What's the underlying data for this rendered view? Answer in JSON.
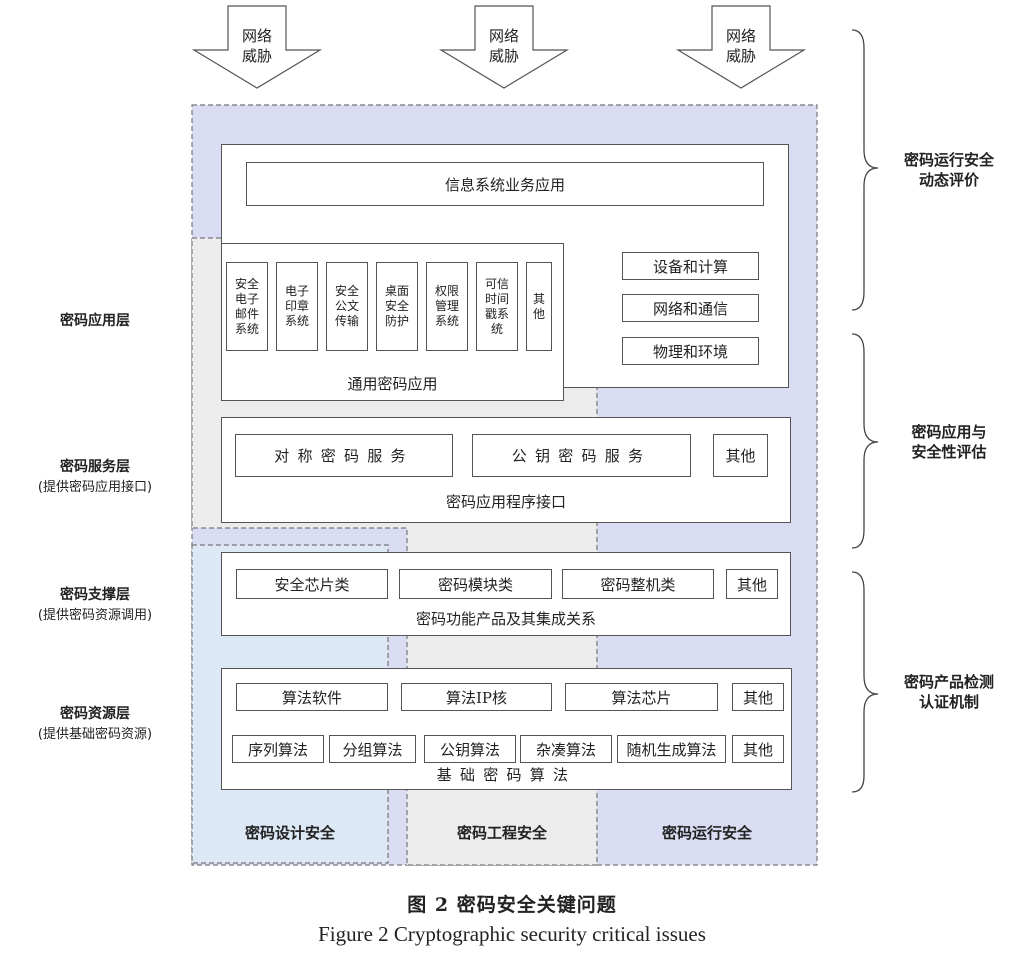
{
  "threats": [
    {
      "text": "网络\n威胁"
    },
    {
      "text": "网络\n威胁"
    },
    {
      "text": "网络\n威胁"
    }
  ],
  "colors": {
    "operation_bg": "#d9dcf3",
    "design_bg": "#dce8f5",
    "engineering_bg": "#ececec",
    "border": "#555555",
    "dash": "#777777"
  },
  "layers": {
    "application": {
      "title": "密码应用层"
    },
    "service": {
      "title": "密码服务层",
      "sub": "(提供密码应用接口)"
    },
    "support": {
      "title": "密码支撑层",
      "sub": "(提供密码资源调用)"
    },
    "resource": {
      "title": "密码资源层",
      "sub": "(提供基础密码资源)"
    }
  },
  "right": {
    "dynamic_eval": "密码运行安全\n动态评价",
    "app_eval": "密码应用与\n安全性评估",
    "product_cert": "密码产品检测\n认证机制"
  },
  "app": {
    "business": "信息系统业务应用",
    "general_apps": [
      "安全\n电子\n邮件\n系统",
      "电子\n印章\n系统",
      "安全\n公文\n传输",
      "桌面\n安全\n防护",
      "权限\n管理\n系统",
      "可信\n时间\n戳系\n统",
      "其\n他"
    ],
    "general_label": "通用密码应用",
    "infra": [
      "设备和计算",
      "网络和通信",
      "物理和环境"
    ]
  },
  "service": {
    "items": [
      "对称密码服务",
      "公钥密码服务",
      "其他"
    ],
    "label": "密码应用程序接口"
  },
  "support": {
    "items": [
      "安全芯片类",
      "密码模块类",
      "密码整机类",
      "其他"
    ],
    "label": "密码功能产品及其集成关系"
  },
  "resource": {
    "top": [
      "算法软件",
      "算法IP核",
      "算法芯片",
      "其他"
    ],
    "bottom": [
      "序列算法",
      "分组算法",
      "公钥算法",
      "杂凑算法",
      "随机生成算法",
      "其他"
    ],
    "label": "基础密码算法"
  },
  "zones": {
    "design": "密码设计安全",
    "engineering": "密码工程安全",
    "operation": "密码运行安全"
  },
  "caption": {
    "cn": "图 2  密码安全关键问题",
    "en": "Figure 2  Cryptographic security critical issues"
  }
}
